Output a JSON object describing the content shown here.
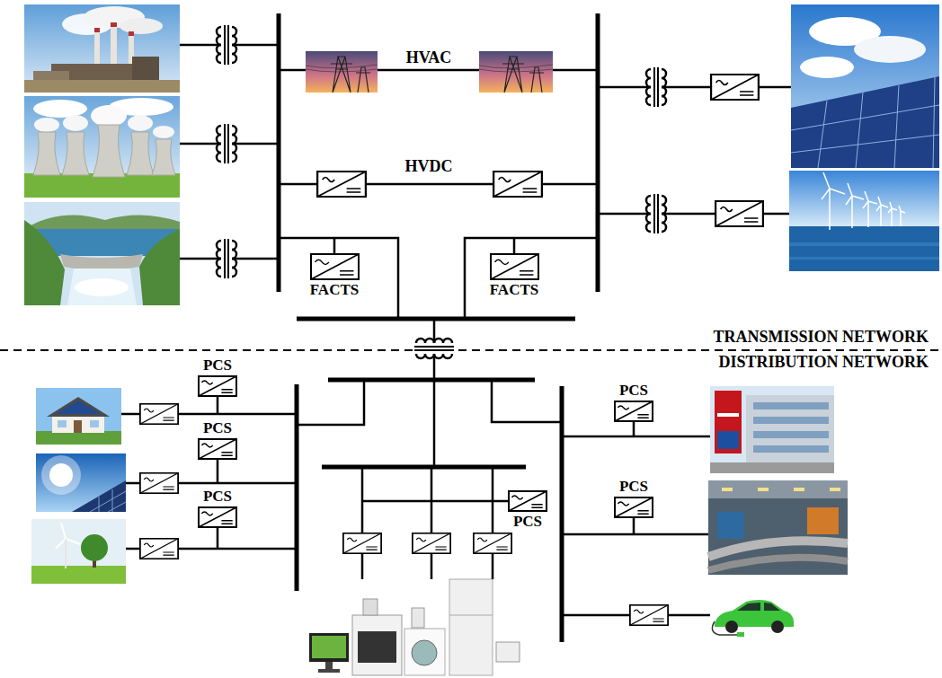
{
  "diagram": {
    "nodes": [
      {
        "text": [
          "FACTS"
        ]
      },
      {
        "text": [
          "FACTS"
        ]
      },
      {
        "text": [
          "PCS"
        ]
      },
      {
        "text": [
          "PCS"
        ]
      },
      {
        "text": [
          "PCS"
        ]
      },
      {
        "text": [
          "PCS"
        ]
      },
      {
        "text": [
          "PCS"
        ]
      },
      {
        "text": [
          "PCS"
        ]
      }
    ],
    "labels": [
      "HVAC",
      "HVDC",
      "TRANSMISSION NETWORK",
      "DISTRIBUTION NETWORK"
    ]
  }
}
